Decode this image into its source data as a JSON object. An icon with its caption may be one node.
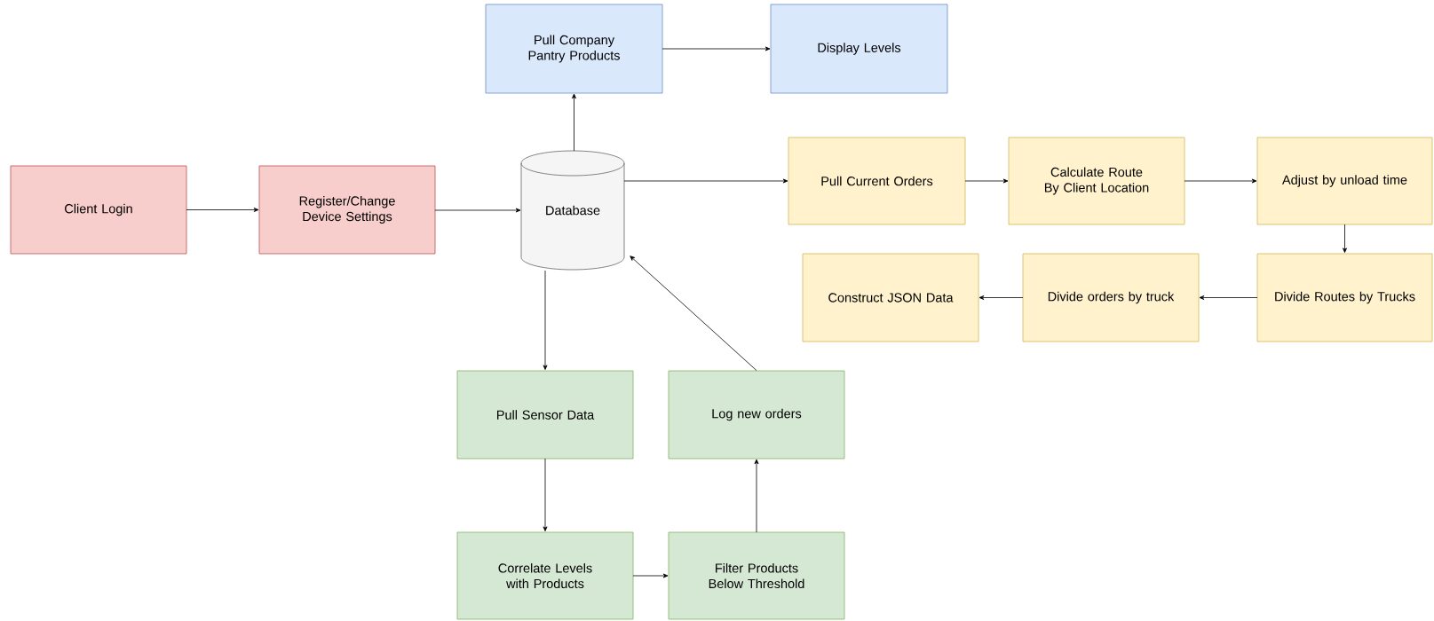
{
  "diagram": {
    "nodes": [
      {
        "text": [
          "Client Login"
        ]
      },
      {
        "text": [
          "Register/Change Device Settings"
        ]
      },
      {
        "text": [
          "Database"
        ]
      },
      {
        "text": [
          "Pull Company Pantry Products"
        ]
      },
      {
        "text": [
          "Display Levels"
        ]
      },
      {
        "text": [
          "Pull Current Orders"
        ]
      },
      {
        "text": [
          "Calculate Route By Client Location"
        ]
      },
      {
        "text": [
          "Adjust by unload time"
        ]
      },
      {
        "text": [
          "Divide Routes by Trucks"
        ]
      },
      {
        "text": [
          "Divide orders by truck"
        ]
      },
      {
        "text": [
          "Construct JSON Data"
        ]
      },
      {
        "text": [
          "Pull Sensor Data"
        ]
      },
      {
        "text": [
          "Log new orders"
        ]
      },
      {
        "text": [
          "Correlate Levels with Products"
        ]
      },
      {
        "text": [
          "Filter Products Below Threshold"
        ]
      }
    ],
    "edges": [
      {
        "from": 0,
        "to": 1,
        "arrow": "to"
      },
      {
        "from": 1,
        "to": 2,
        "arrow": "to"
      },
      {
        "from": 2,
        "to": 3,
        "arrow": "to"
      },
      {
        "from": 3,
        "to": 4,
        "arrow": "to"
      },
      {
        "from": 2,
        "to": 5,
        "arrow": "to"
      },
      {
        "from": 5,
        "to": 6,
        "arrow": "to"
      },
      {
        "from": 6,
        "to": 7,
        "arrow": "to"
      },
      {
        "from": 7,
        "to": 8,
        "arrow": "to"
      },
      {
        "from": 8,
        "to": 9,
        "arrow": "to"
      },
      {
        "from": 9,
        "to": 10,
        "arrow": "to"
      },
      {
        "from": 2,
        "to": 11,
        "arrow": "to"
      },
      {
        "from": 11,
        "to": 13,
        "arrow": "to"
      },
      {
        "from": 13,
        "to": 14,
        "arrow": "to"
      },
      {
        "from": 14,
        "to": 12,
        "arrow": "to"
      },
      {
        "from": 12,
        "to": 2,
        "arrow": "to"
      }
    ]
  }
}
